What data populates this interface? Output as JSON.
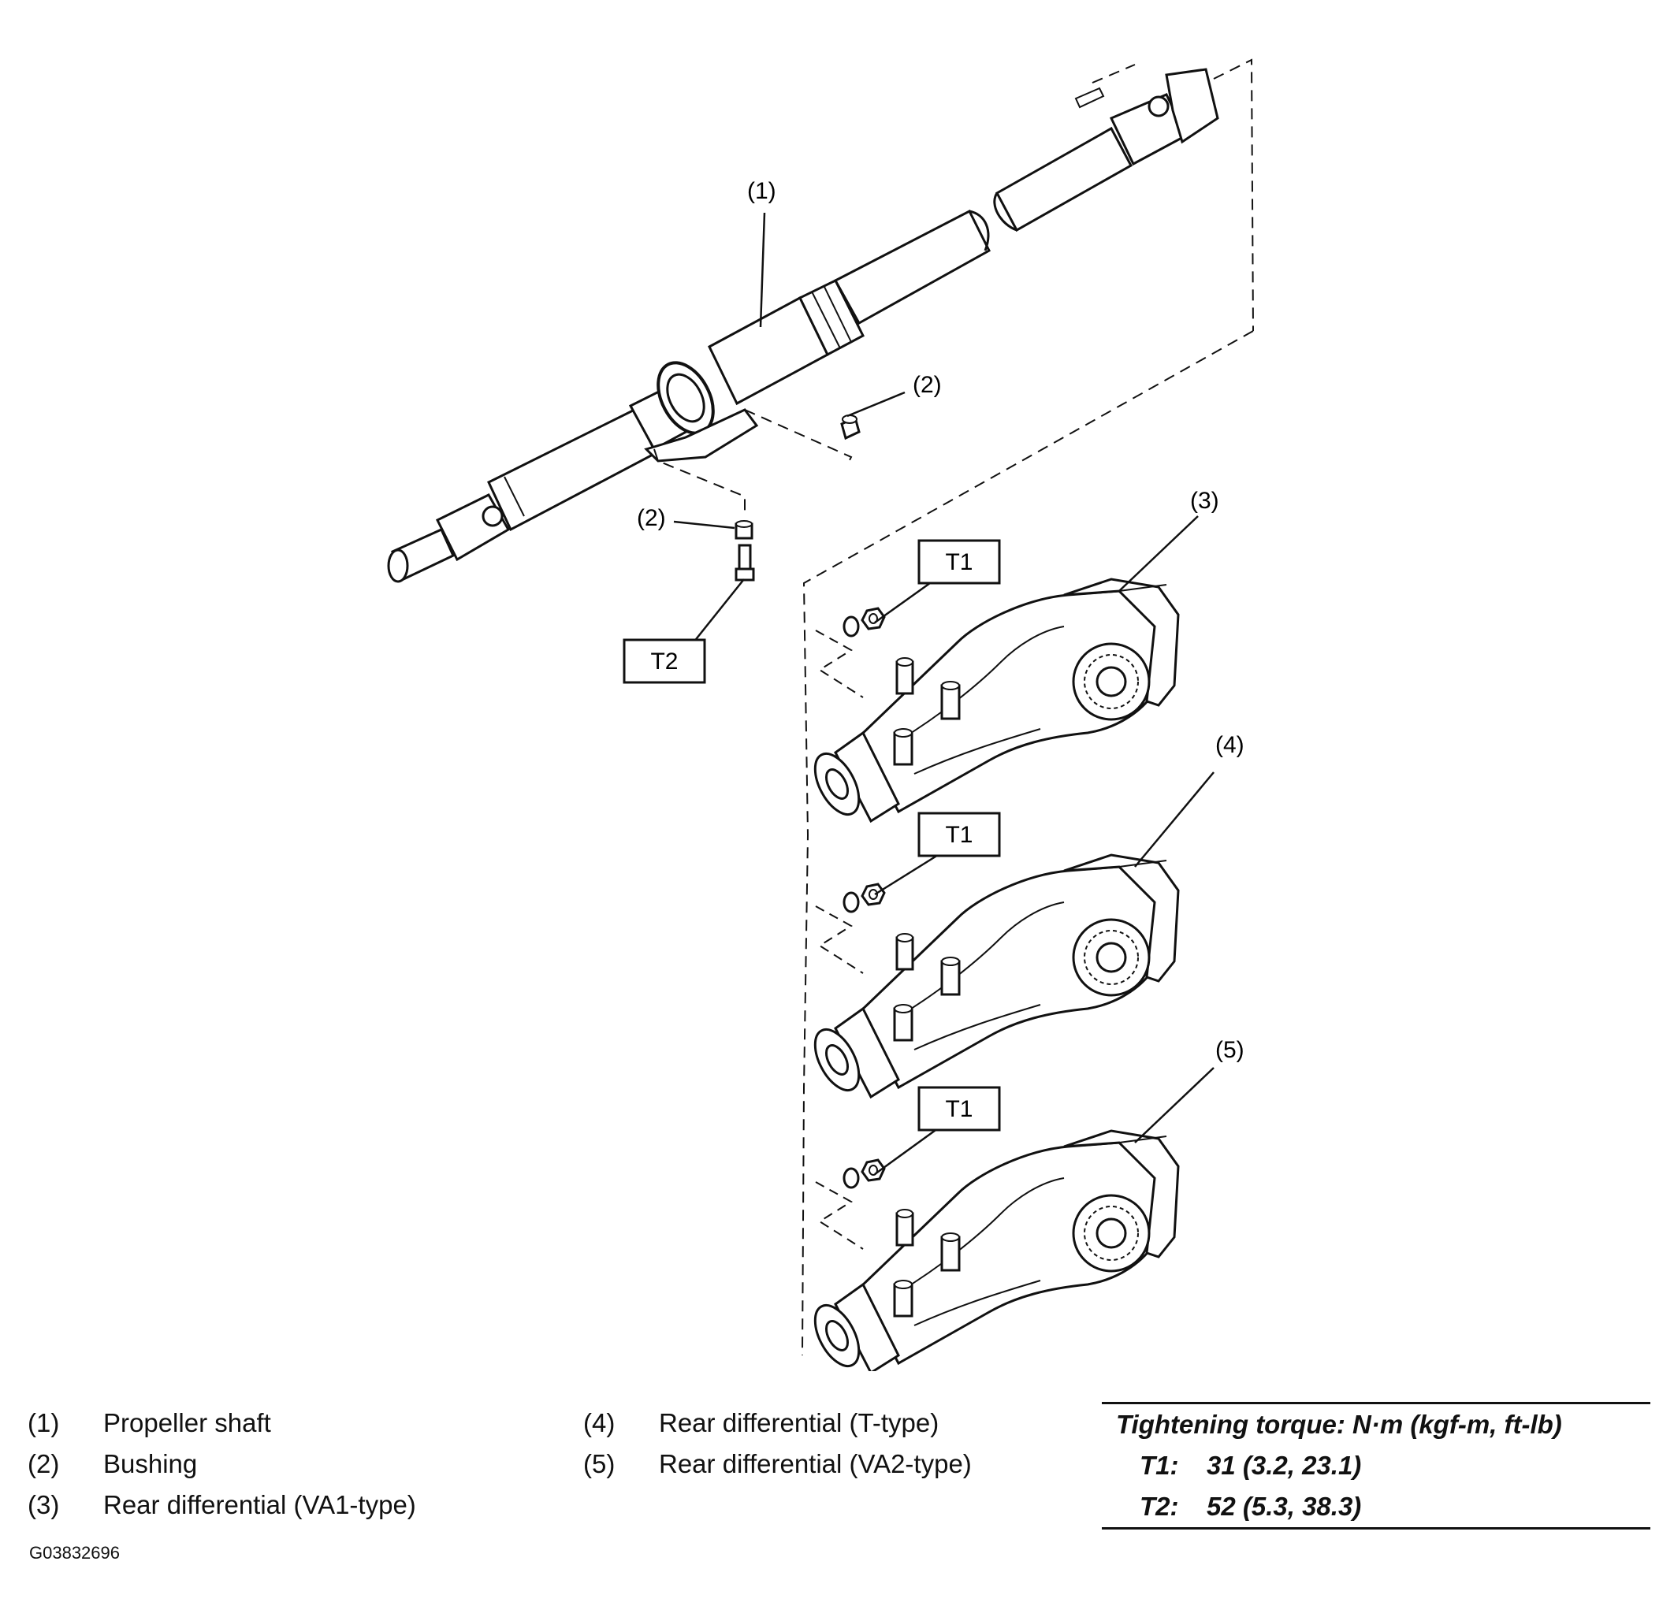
{
  "diagram": {
    "callouts": {
      "propeller_shaft": "(1)",
      "bushing_upper": "(2)",
      "bushing_lower": "(2)",
      "diff_va1": "(3)",
      "diff_t": "(4)",
      "diff_va2": "(5)"
    },
    "torque_boxes": {
      "t2": "T2",
      "t1_va1": "T1",
      "t1_t": "T1",
      "t1_va2": "T1"
    }
  },
  "legend": {
    "left": [
      {
        "num": "(1)",
        "label": "Propeller shaft"
      },
      {
        "num": "(2)",
        "label": "Bushing"
      },
      {
        "num": "(3)",
        "label": "Rear differential (VA1-type)"
      }
    ],
    "middle": [
      {
        "num": "(4)",
        "label": "Rear differential (T-type)"
      },
      {
        "num": "(5)",
        "label": "Rear differential (VA2-type)"
      }
    ]
  },
  "torque": {
    "title": "Tightening torque: N·m (kgf-m, ft-lb)",
    "rows": [
      {
        "key": "T1:",
        "value": "31 (3.2, 23.1)"
      },
      {
        "key": "T2:",
        "value": "52 (5.3, 38.3)"
      }
    ]
  },
  "figure_code": "G03832696"
}
